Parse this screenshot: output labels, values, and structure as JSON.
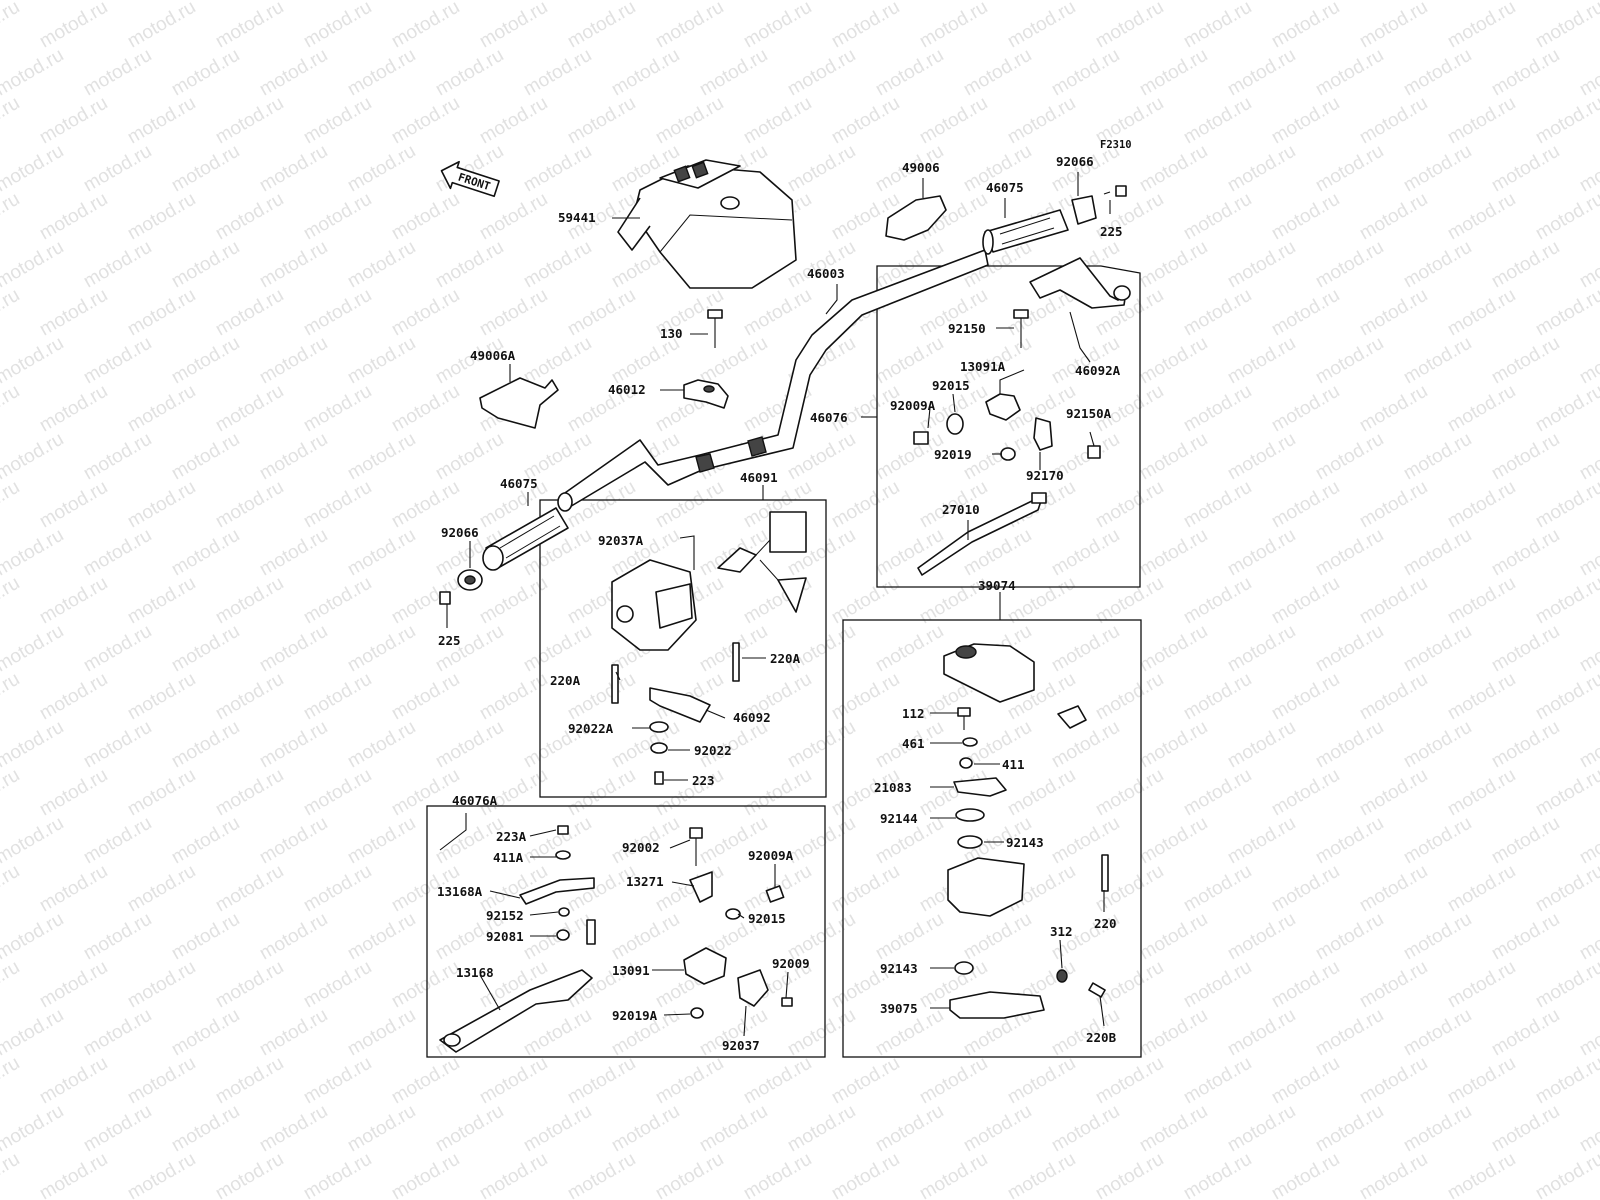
{
  "figure_code": "F2310",
  "front_label": "FRONT",
  "watermark": "motod.ru",
  "parts": [
    {
      "id": "p59441",
      "label": "59441"
    },
    {
      "id": "p49006",
      "label": "49006"
    },
    {
      "id": "p46075a",
      "label": "46075"
    },
    {
      "id": "p92066a",
      "label": "92066"
    },
    {
      "id": "p225a",
      "label": "225"
    },
    {
      "id": "p46003",
      "label": "46003"
    },
    {
      "id": "p130",
      "label": "130"
    },
    {
      "id": "p46012",
      "label": "46012"
    },
    {
      "id": "p49006A",
      "label": "49006A"
    },
    {
      "id": "p46075b",
      "label": "46075"
    },
    {
      "id": "p92066b",
      "label": "92066"
    },
    {
      "id": "p225b",
      "label": "225"
    },
    {
      "id": "p92150",
      "label": "92150"
    },
    {
      "id": "p13091A",
      "label": "13091A"
    },
    {
      "id": "p46092A",
      "label": "46092A"
    },
    {
      "id": "p92015a",
      "label": "92015"
    },
    {
      "id": "p92009Aa",
      "label": "92009A"
    },
    {
      "id": "p46076",
      "label": "46076"
    },
    {
      "id": "p92150A",
      "label": "92150A"
    },
    {
      "id": "p92019",
      "label": "92019"
    },
    {
      "id": "p92170",
      "label": "92170"
    },
    {
      "id": "p27010",
      "label": "27010"
    },
    {
      "id": "p46091",
      "label": "46091"
    },
    {
      "id": "p92037A",
      "label": "92037A"
    },
    {
      "id": "p220Aa",
      "label": "220A"
    },
    {
      "id": "p220Ab",
      "label": "220A"
    },
    {
      "id": "p46092",
      "label": "46092"
    },
    {
      "id": "p92022A",
      "label": "92022A"
    },
    {
      "id": "p92022",
      "label": "92022"
    },
    {
      "id": "p223",
      "label": "223"
    },
    {
      "id": "p39074",
      "label": "39074"
    },
    {
      "id": "p112",
      "label": "112"
    },
    {
      "id": "p461",
      "label": "461"
    },
    {
      "id": "p411",
      "label": "411"
    },
    {
      "id": "p21083",
      "label": "21083"
    },
    {
      "id": "p92144",
      "label": "92144"
    },
    {
      "id": "p92143a",
      "label": "92143"
    },
    {
      "id": "p220",
      "label": "220"
    },
    {
      "id": "p312",
      "label": "312"
    },
    {
      "id": "p92143b",
      "label": "92143"
    },
    {
      "id": "p39075",
      "label": "39075"
    },
    {
      "id": "p220B",
      "label": "220B"
    },
    {
      "id": "p46076A",
      "label": "46076A"
    },
    {
      "id": "p223A",
      "label": "223A"
    },
    {
      "id": "p411A",
      "label": "411A"
    },
    {
      "id": "p13168A",
      "label": "13168A"
    },
    {
      "id": "p92152",
      "label": "92152"
    },
    {
      "id": "p92081",
      "label": "92081"
    },
    {
      "id": "p13168",
      "label": "13168"
    },
    {
      "id": "p92002",
      "label": "92002"
    },
    {
      "id": "p92009Ab",
      "label": "92009A"
    },
    {
      "id": "p13271",
      "label": "13271"
    },
    {
      "id": "p92015b",
      "label": "92015"
    },
    {
      "id": "p13091",
      "label": "13091"
    },
    {
      "id": "p92009",
      "label": "92009"
    },
    {
      "id": "p92019A",
      "label": "92019A"
    },
    {
      "id": "p92037",
      "label": "92037"
    }
  ]
}
